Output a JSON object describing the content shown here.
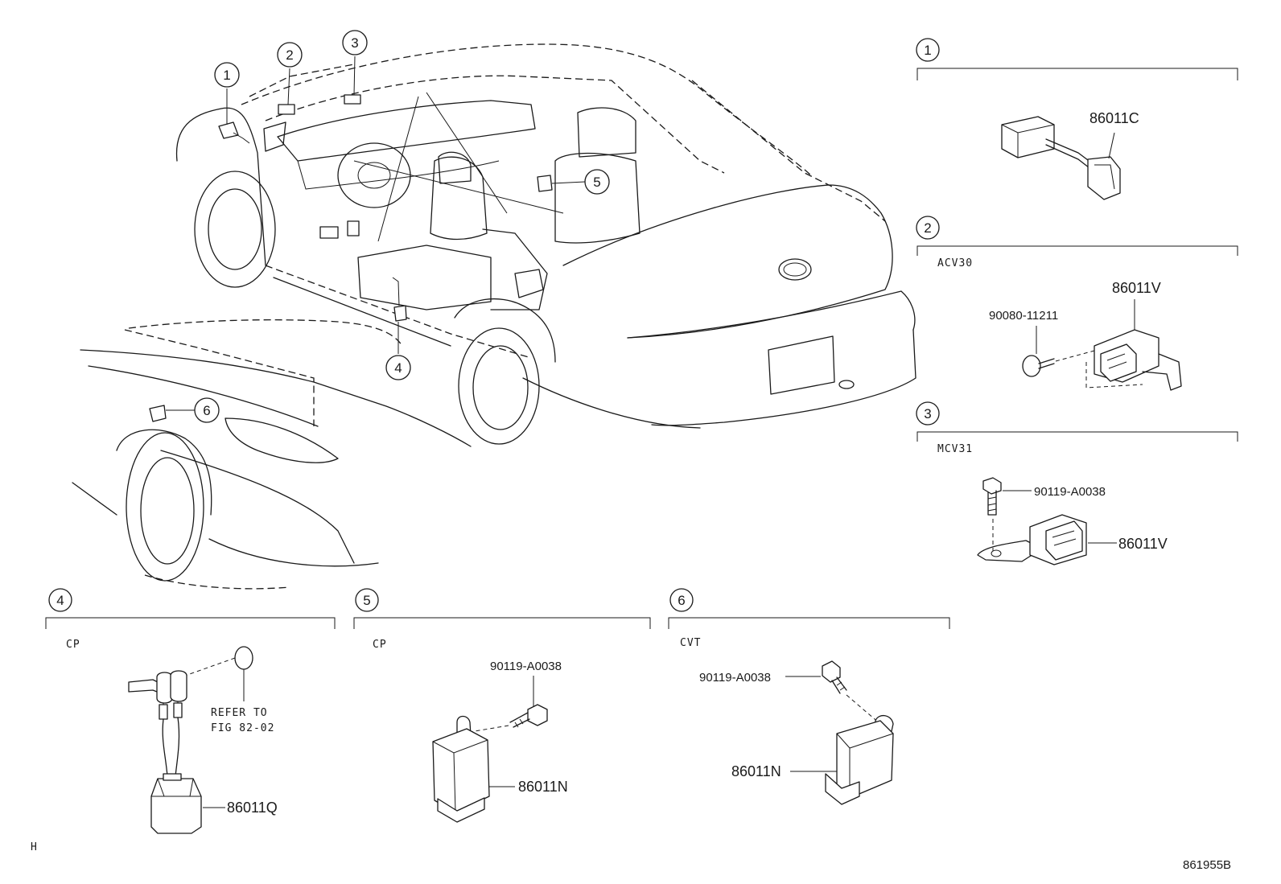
{
  "figure_ref": "861955B",
  "corner_mark": "H",
  "overview_callouts": [
    "1",
    "2",
    "3",
    "4",
    "5",
    "6"
  ],
  "details": [
    {
      "id": "1",
      "variant": "",
      "parts": [
        "86011C"
      ]
    },
    {
      "id": "2",
      "variant": "ACV30",
      "parts": [
        "86011V",
        "90080-11211"
      ]
    },
    {
      "id": "3",
      "variant": "MCV31",
      "parts": [
        "90119-A0038",
        "86011V"
      ]
    },
    {
      "id": "4",
      "variant": "CP",
      "parts": [
        "86011Q"
      ],
      "note_lines": [
        "REFER TO",
        "FIG 82-02"
      ]
    },
    {
      "id": "5",
      "variant": "CP",
      "parts": [
        "90119-A0038",
        "86011N"
      ]
    },
    {
      "id": "6",
      "variant": "CVT",
      "parts": [
        "90119-A0038",
        "86011N"
      ]
    }
  ]
}
